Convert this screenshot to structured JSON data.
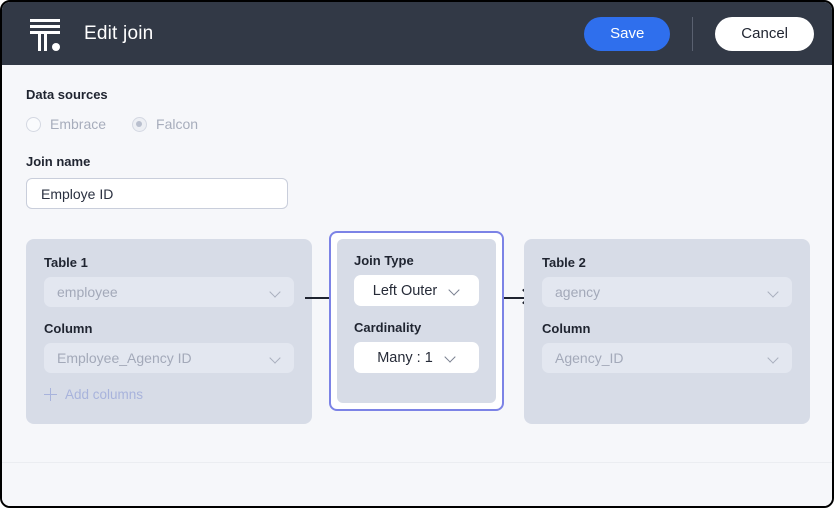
{
  "header": {
    "logo_icon": "pillar-logo-icon",
    "title": "Edit join",
    "save_label": "Save",
    "cancel_label": "Cancel",
    "save_color": "#2F6FED",
    "background_color": "#323946"
  },
  "data_sources": {
    "label": "Data sources",
    "options": [
      {
        "label": "Embrace",
        "selected": false
      },
      {
        "label": "Falcon",
        "selected": true
      }
    ]
  },
  "join_name": {
    "label": "Join name",
    "value": "Employe ID",
    "placeholder": "Join name"
  },
  "table1": {
    "table_label": "Table 1",
    "table_value": "employee",
    "column_label": "Column",
    "column_value": "Employee_Agency ID",
    "add_columns_label": "Add columns"
  },
  "join_config": {
    "join_type_label": "Join Type",
    "join_type_value": "Left Outer",
    "cardinality_label": "Cardinality",
    "cardinality_value": "Many : 1",
    "highlight_color": "#7C83E6"
  },
  "table2": {
    "table_label": "Table 2",
    "table_value": "agency",
    "column_label": "Column",
    "column_value": "Agency_ID"
  }
}
